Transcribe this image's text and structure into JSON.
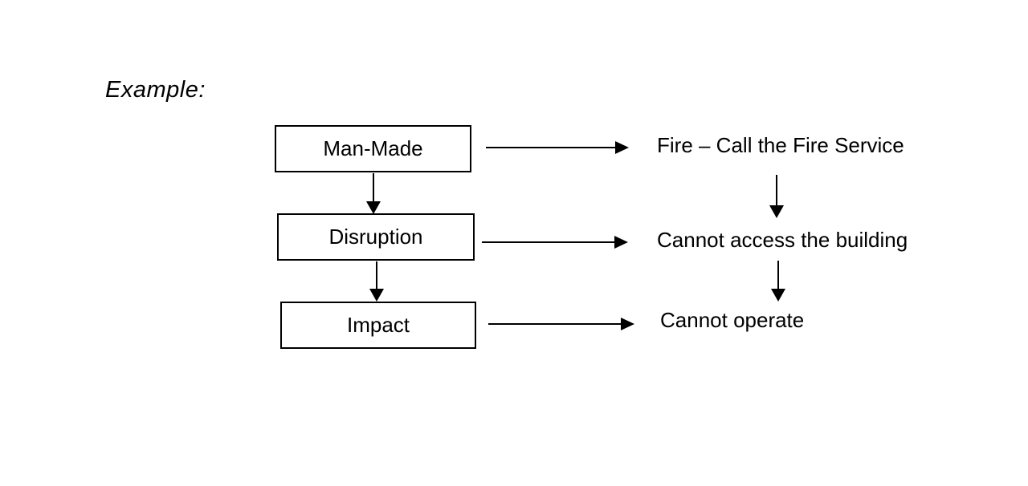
{
  "heading": {
    "label": "Example:"
  },
  "diagram": {
    "boxes": [
      {
        "id": "man-made",
        "label": "Man-Made"
      },
      {
        "id": "disruption",
        "label": "Disruption"
      },
      {
        "id": "impact",
        "label": "Impact"
      }
    ],
    "outcomes": [
      {
        "id": "fire",
        "label": "Fire – Call the Fire Service"
      },
      {
        "id": "access",
        "label": "Cannot access the building"
      },
      {
        "id": "operate",
        "label": "Cannot operate"
      }
    ],
    "colors": {
      "background": "#ffffff",
      "stroke": "#000000",
      "text": "#000000"
    }
  }
}
